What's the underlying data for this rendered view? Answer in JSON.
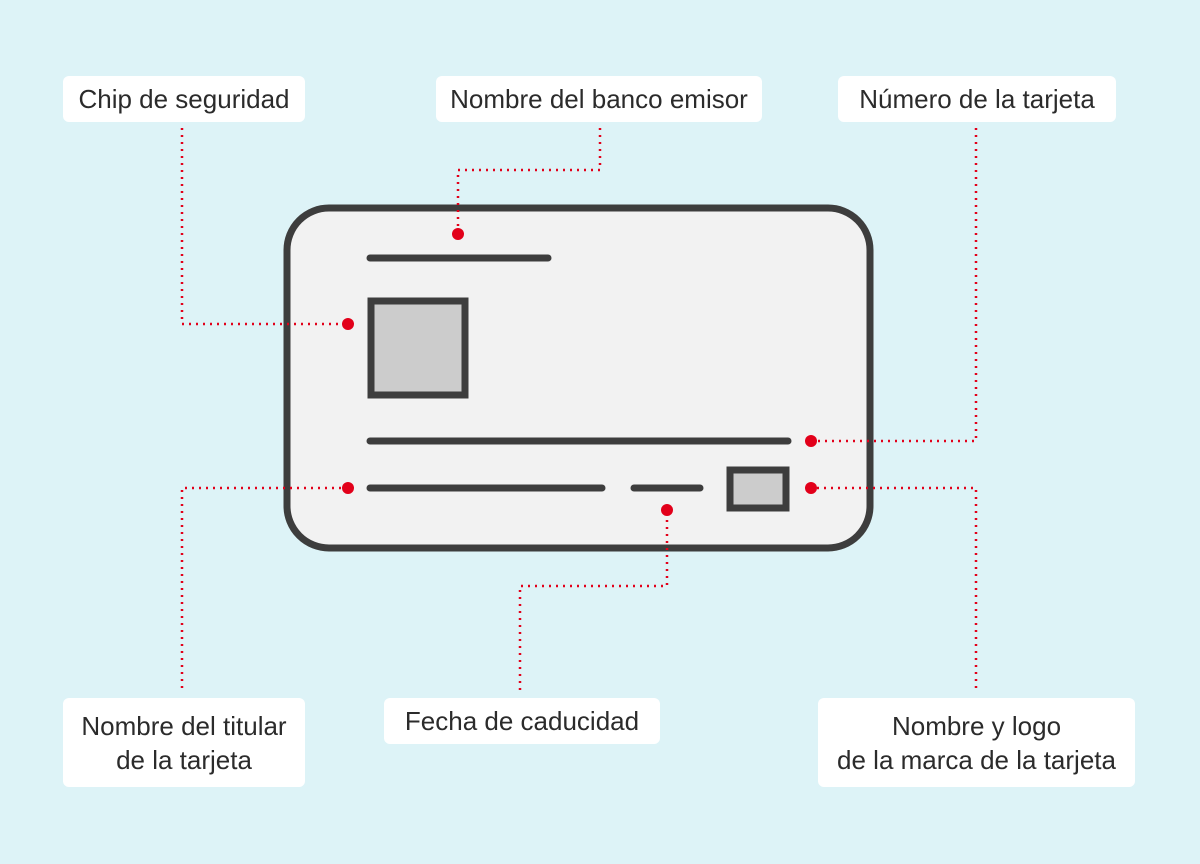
{
  "colors": {
    "background": "#ddf3f7",
    "card_fill": "#f2f2f2",
    "card_stroke": "#3d3d3d",
    "chip_fill": "#cccccc",
    "leader": "#e2001a",
    "label_bg": "#ffffff",
    "label_text": "#2b2b2b"
  },
  "labels": {
    "chip": "Chip de seguridad",
    "bank": "Nombre del banco emisor",
    "number": "Número de la tarjeta",
    "holder_line1": "Nombre del titular",
    "holder_line2": "de la tarjeta",
    "expiry": "Fecha de caducidad",
    "brand_line1": "Nombre y logo",
    "brand_line2": "de la marca de la tarjeta"
  }
}
